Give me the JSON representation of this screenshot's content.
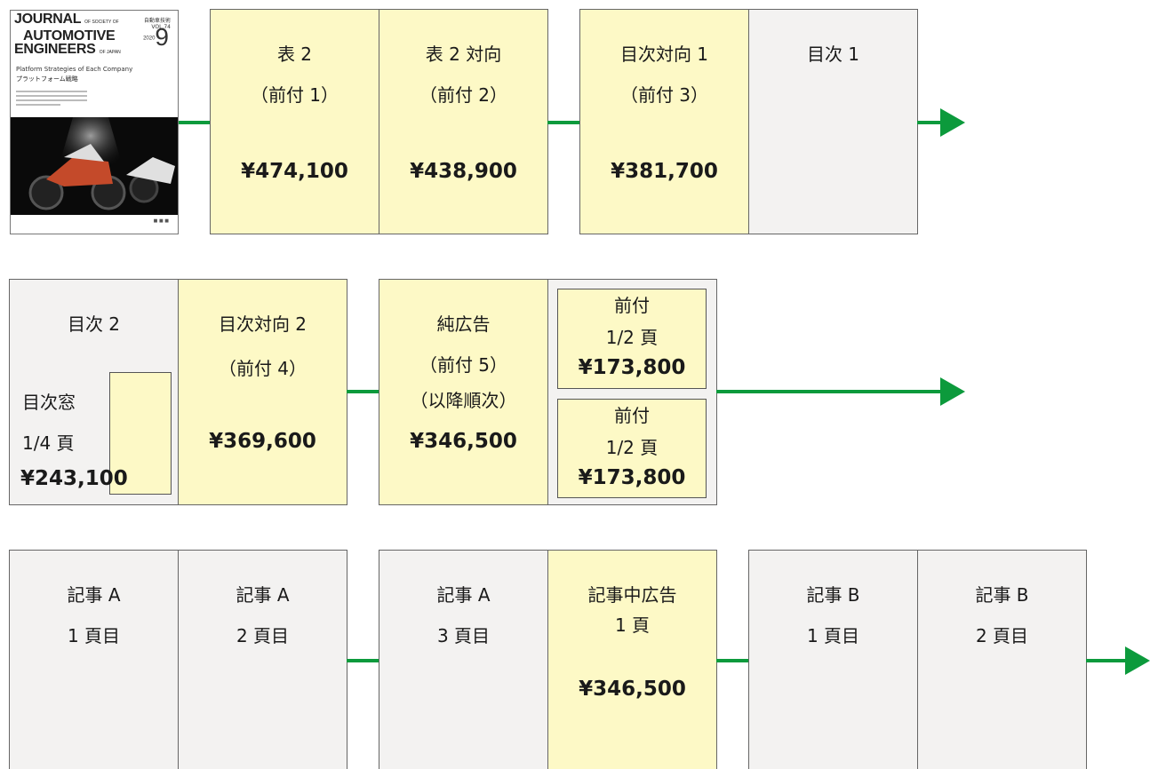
{
  "cover": {
    "masthead_line1": "JOURNAL",
    "masthead_small1": "OF SOCIETY OF",
    "masthead_line2": "AUTOMOTIVE",
    "masthead_line3": "ENGINEERS",
    "masthead_small3": "OF JAPAN",
    "issue_label": "自動車技術",
    "issue_vol": "VOL.74",
    "issue_year": "2020",
    "issue_number": "9",
    "feature_subtitle": "Platform Strategies of Each Company",
    "feature_title": "プラットフォーム戦略"
  },
  "colors": {
    "ad": "#fdf9c6",
    "grey": "#f3f2f1",
    "arrow": "#0c9a3c"
  },
  "row1": {
    "p1": {
      "line1": "表 2",
      "line2": "（前付 1）",
      "price": "¥474,100"
    },
    "p2": {
      "line1": "表 2 対向",
      "line2": "（前付 2）",
      "price": "¥438,900"
    },
    "p3": {
      "line1": "目次対向 1",
      "line2": "（前付 3）",
      "price": "¥381,700"
    },
    "p4": {
      "line1": "目次 1"
    }
  },
  "row2": {
    "p1": {
      "line1": "目次 2",
      "win_l1": "目次窓",
      "win_l2": "1/4 頁",
      "price": "¥243,100"
    },
    "p2": {
      "line1": "目次対向 2",
      "line2": "（前付 4）",
      "price": "¥369,600"
    },
    "p3": {
      "line1": "純広告",
      "line2": "（前付 5）",
      "line3": "（以降順次）",
      "price": "¥346,500"
    },
    "half_top": {
      "l1": "前付",
      "l2": "1/2 頁",
      "price": "¥173,800"
    },
    "half_bottom": {
      "l1": "前付",
      "l2": "1/2 頁",
      "price": "¥173,800"
    }
  },
  "row3": {
    "p1": {
      "line1": "記事 A",
      "line2": "1 頁目"
    },
    "p2": {
      "line1": "記事 A",
      "line2": "2 頁目"
    },
    "p3": {
      "line1": "記事 A",
      "line2": "3 頁目"
    },
    "p4": {
      "line1": "記事中広告",
      "line2": "1 頁",
      "price": "¥346,500"
    },
    "p5": {
      "line1": "記事 B",
      "line2": "1 頁目"
    },
    "p6": {
      "line1": "記事 B",
      "line2": "2 頁目"
    }
  }
}
